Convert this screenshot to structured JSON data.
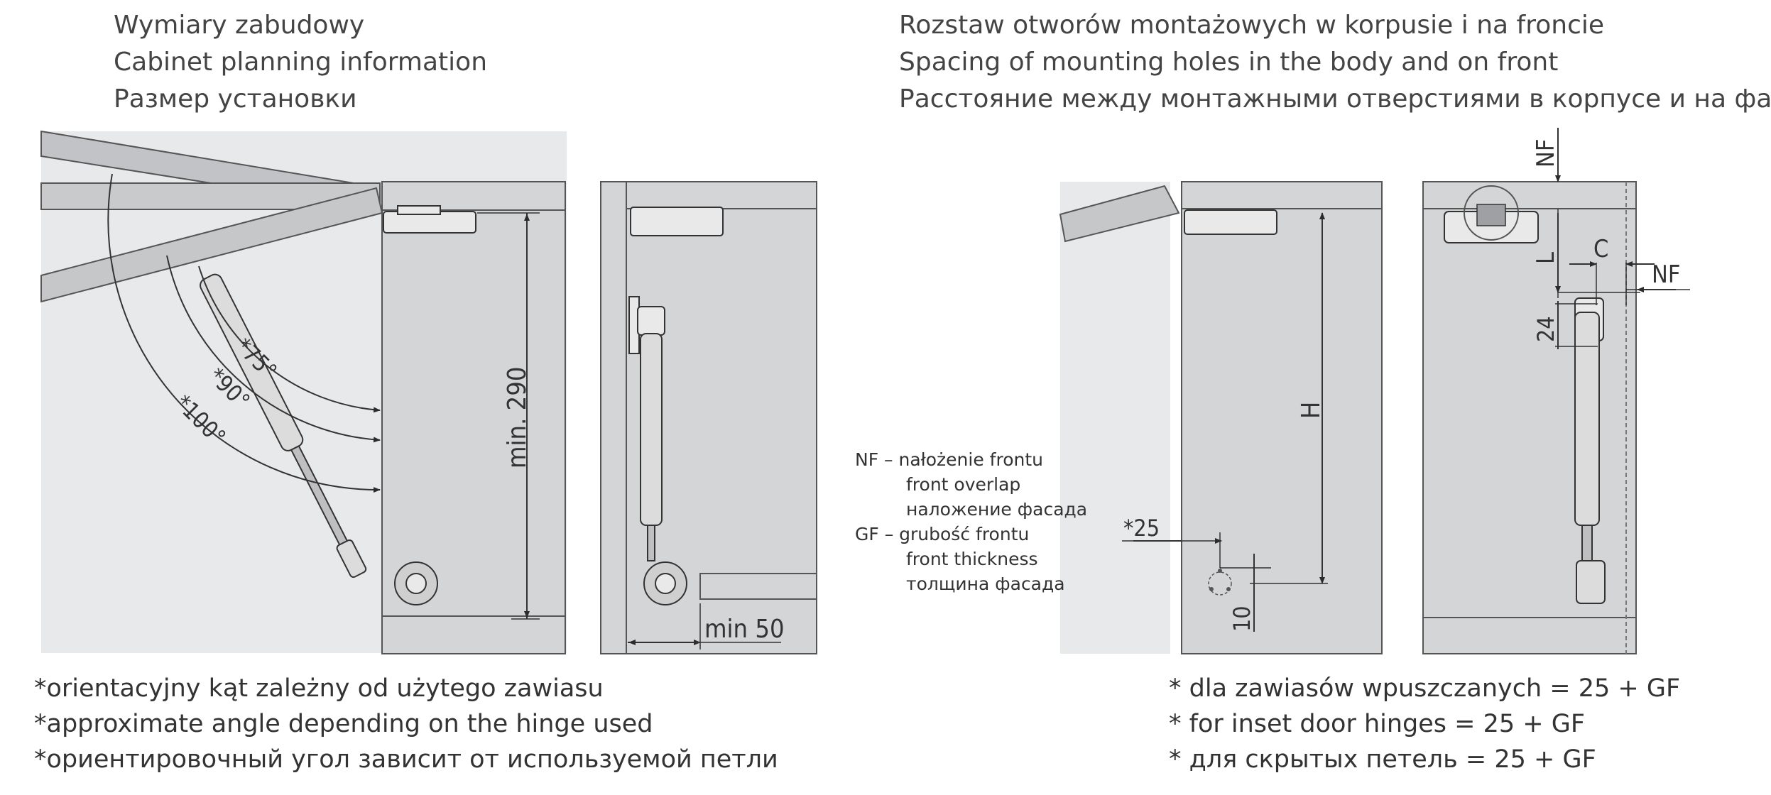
{
  "header_left": {
    "line1": "Wymiary zabudowy",
    "line2": "Cabinet planning information",
    "line3": "Размер установки"
  },
  "header_right": {
    "line1": "Rozstaw otworów montażowych w korpusie i na froncie",
    "line2": "Spacing of mounting holes in the body and on front",
    "line3": "Расстояние между монтажными отверстиями в корпусе и на фасаде"
  },
  "angles": {
    "a75": "*75°",
    "a90": "*90°",
    "a100": "*100°"
  },
  "dims": {
    "min290": "min. 290",
    "min50": "min 50",
    "nf": "NF",
    "c": "C",
    "l": "L",
    "d24": "24",
    "h": "H",
    "d25": "*25",
    "d10": "10"
  },
  "legend": {
    "nf_label": "NF – nałożenie frontu",
    "nf_en": "front overlap",
    "nf_ru": "наложение фасада",
    "gf_label": "GF – grubość frontu",
    "gf_en": "front thickness",
    "gf_ru": "толщина фасада"
  },
  "notes_left": {
    "pl": "*orientacyjny kąt zależny od użytego zawiasu",
    "en": "*approximate angle depending on the hinge used",
    "ru": "*ориентировочный угол зависит от используемой петли"
  },
  "notes_right": {
    "pl": "* dla zawiasów wpuszczanych = 25 + GF",
    "en": "* for inset door hinges = 25 + GF",
    "ru": "* для скрытых петель = 25 + GF"
  },
  "colors": {
    "panel": "#d4d5d7",
    "panel_dark": "#c2c3c6",
    "line": "#2b2b2b",
    "hardware": "#e9e9ea"
  }
}
